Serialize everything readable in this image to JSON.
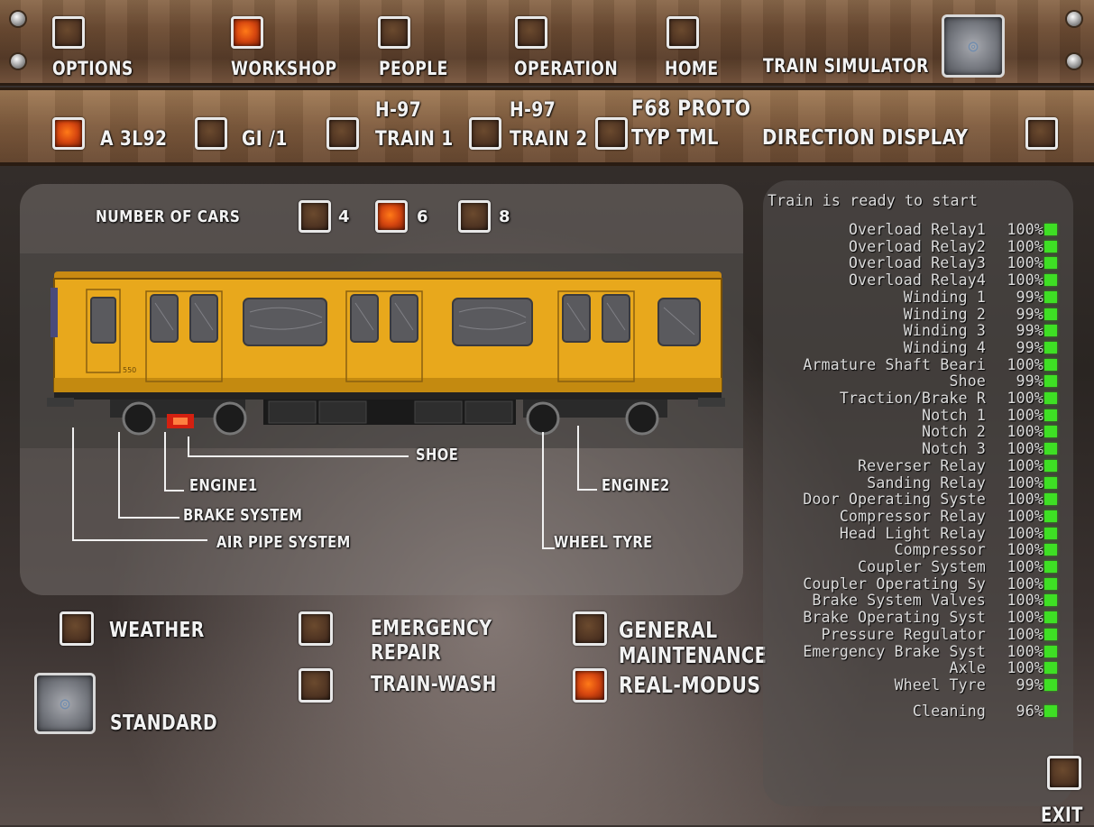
{
  "top_nav": {
    "options": "OPTIONS",
    "workshop": "WORKSHOP",
    "people": "PEOPLE",
    "operation": "OPERATION",
    "home": "HOME",
    "train_simulator": "TRAIN SIMULATOR"
  },
  "train_select": {
    "a3l92": "A 3L92",
    "gi1": "GI /1",
    "h97_1_top": "H-97",
    "h97_1_bottom": "TRAIN 1",
    "h97_2_top": "H-97",
    "h97_2_bottom": "TRAIN 2",
    "f68_top": "F68  PROTO",
    "f68_bottom": "TYP TML",
    "direction_display": "DIRECTION DISPLAY"
  },
  "cars": {
    "label": "NUMBER OF CARS",
    "options": [
      "4",
      "6",
      "8"
    ],
    "selected": "6"
  },
  "components": {
    "shoe": "SHOE",
    "engine1": "ENGINE1",
    "engine2": "ENGINE2",
    "brake_system": "BRAKE SYSTEM",
    "air_pipe_system": "AIR PIPE SYSTEM",
    "wheel_tyre": "WHEEL TYRE"
  },
  "car_number": "550",
  "actions": {
    "weather": "WEATHER",
    "emergency_repair_1": "EMERGENCY",
    "emergency_repair_2": "REPAIR",
    "general_maintenance_1": "GENERAL",
    "general_maintenance_2": "MAINTENANCE",
    "train_wash": "TRAIN-WASH",
    "real_modus": "REAL-MODUS",
    "standard": "STANDARD",
    "exit": "EXIT"
  },
  "status": {
    "header": "Train is ready to start",
    "items": [
      {
        "name": "Overload Relay1",
        "value": "100%"
      },
      {
        "name": "Overload Relay2",
        "value": "100%"
      },
      {
        "name": "Overload Relay3",
        "value": "100%"
      },
      {
        "name": "Overload Relay4",
        "value": "100%"
      },
      {
        "name": "Winding 1",
        "value": "99%"
      },
      {
        "name": "Winding 2",
        "value": "99%"
      },
      {
        "name": "Winding 3",
        "value": "99%"
      },
      {
        "name": "Winding 4",
        "value": "99%"
      },
      {
        "name": "Armature Shaft Beari",
        "value": "100%"
      },
      {
        "name": "Shoe",
        "value": "99%"
      },
      {
        "name": "Traction/Brake R",
        "value": "100%"
      },
      {
        "name": "Notch 1",
        "value": "100%"
      },
      {
        "name": "Notch 2",
        "value": "100%"
      },
      {
        "name": "Notch 3",
        "value": "100%"
      },
      {
        "name": "Reverser Relay",
        "value": "100%"
      },
      {
        "name": "Sanding Relay",
        "value": "100%"
      },
      {
        "name": "Door Operating Syste",
        "value": "100%"
      },
      {
        "name": "Compressor Relay",
        "value": "100%"
      },
      {
        "name": "Head Light Relay",
        "value": "100%"
      },
      {
        "name": "Compressor",
        "value": "100%"
      },
      {
        "name": "Coupler System",
        "value": "100%"
      },
      {
        "name": "Coupler Operating Sy",
        "value": "100%"
      },
      {
        "name": "Brake System Valves",
        "value": "100%"
      },
      {
        "name": "Brake Operating Syst",
        "value": "100%"
      },
      {
        "name": "Pressure Regulator",
        "value": "100%"
      },
      {
        "name": "Emergency Brake Syst",
        "value": "100%"
      },
      {
        "name": "Axle",
        "value": "100%"
      },
      {
        "name": "Wheel Tyre",
        "value": "99%"
      }
    ],
    "cleaning": {
      "name": "Cleaning",
      "value": "96%"
    }
  },
  "colors": {
    "selected_box": "#d84810",
    "status_led": "#3ee024",
    "train_body": "#e8a81c"
  },
  "icons": {
    "train_simulator": "film-reel-icon",
    "standard": "film-reel-icon"
  }
}
